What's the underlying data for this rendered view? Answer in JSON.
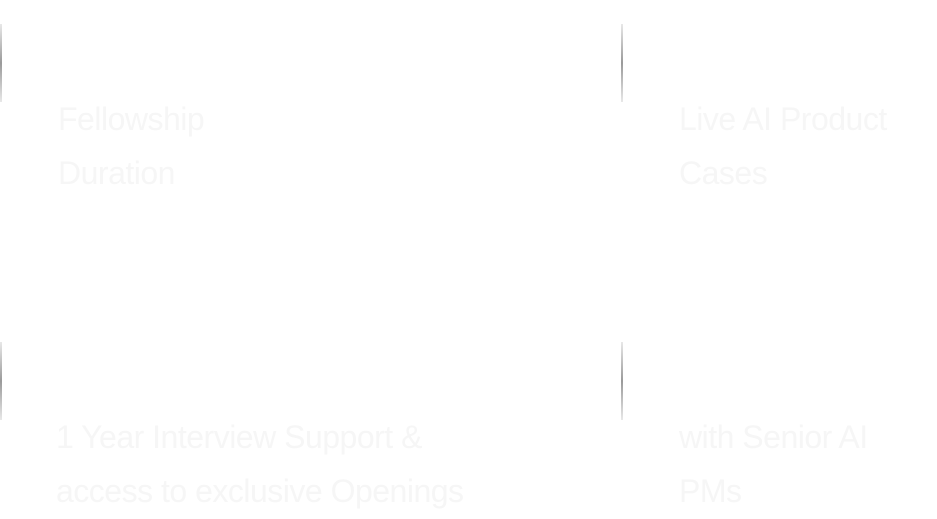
{
  "stats": [
    {
      "label": "Fellowship Duration"
    },
    {
      "label": "Live AI Product Cases"
    },
    {
      "label": "1 Year Interview Support & access to exclusive Openings"
    },
    {
      "label": "with Senior AI PMs"
    }
  ]
}
